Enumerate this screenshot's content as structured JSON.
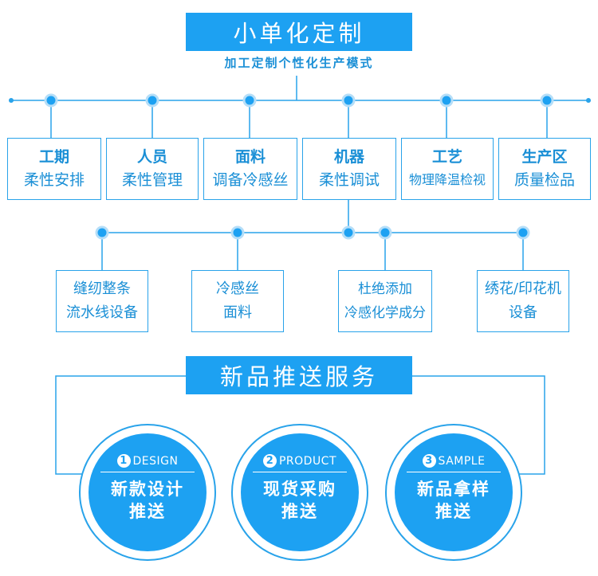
{
  "header": {
    "title": "小单化定制",
    "subtitle": "加工定制个性化生产模式"
  },
  "categories": [
    {
      "title": "工期",
      "sub": "柔性安排"
    },
    {
      "title": "人员",
      "sub": "柔性管理"
    },
    {
      "title": "面料",
      "sub": "调备冷感丝"
    },
    {
      "title": "机器",
      "sub": "柔性调试"
    },
    {
      "title": "工艺",
      "sub": "物理降温检视"
    },
    {
      "title": "生产区",
      "sub": "质量检品"
    }
  ],
  "machines": [
    {
      "lines": [
        "缝纫整条",
        "流水线设备"
      ]
    },
    {
      "lines": [
        "冷感丝",
        "面料"
      ]
    },
    {
      "lines": [
        "杜绝添加",
        "冷感化学成分"
      ]
    },
    {
      "lines": [
        "绣花/印花机",
        "设备"
      ]
    }
  ],
  "service": {
    "title": "新品推送服务",
    "items": [
      {
        "num": "1",
        "tag": "DESIGN",
        "lines": [
          "新款设计",
          "推送"
        ]
      },
      {
        "num": "2",
        "tag": "PRODUCT",
        "lines": [
          "现货采购",
          "推送"
        ]
      },
      {
        "num": "3",
        "tag": "SAMPLE",
        "lines": [
          "新品拿样",
          "推送"
        ]
      }
    ]
  },
  "colors": {
    "accent": "#1da1f2",
    "line": "#29a3ea",
    "text": "#1a8fd6"
  }
}
